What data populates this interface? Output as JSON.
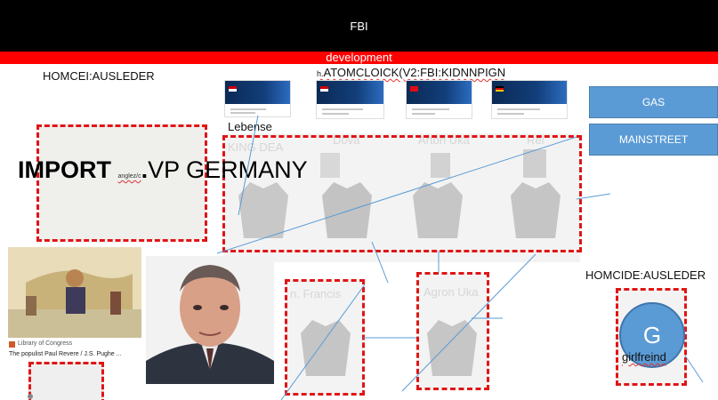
{
  "header": {
    "title": "FBI"
  },
  "subheader": {
    "label": "development"
  },
  "labels": {
    "homcei": "HOMCEI:AUSLEDER",
    "atom_prefix": "h.",
    "atom": "ATOMCLOICK(V2:FBI:KIDNNPIGN",
    "lebense": "Lebense",
    "king": "KING DEA",
    "homcide": "HOMCIDE:AUSLEDER",
    "girlfreind": "girlfreind"
  },
  "buttons": {
    "gas": "GAS",
    "mainstreet": "MAINSTREET"
  },
  "title_overlay": {
    "import": "IMPORT",
    "small": "anglez/c",
    "dot": ".",
    "vp": "VP GERMANY"
  },
  "faded_names": {
    "name1": "Dova",
    "name2": "Arton Uka",
    "name3": "Rel",
    "francis": "n. Francis",
    "agron": "Agron Uka"
  },
  "library_card": {
    "source": "Library of Congress",
    "caption": "The populist Paul Revere / J.S. Pughe ..."
  },
  "avatar": {
    "letter": "G"
  },
  "colors": {
    "header_bg": "#000000",
    "accent_red": "#ff0000",
    "button_blue": "#5b9bd5",
    "dash_red": "#e01515"
  }
}
